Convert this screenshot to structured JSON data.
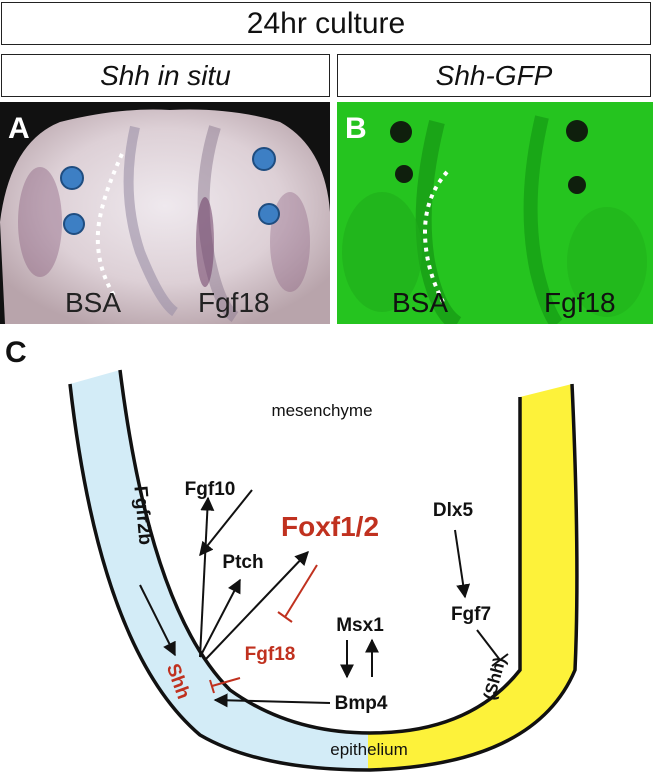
{
  "header": {
    "title": "24hr culture"
  },
  "panels": {
    "a": {
      "caption": "Shh in situ",
      "letter": "A",
      "left_label": "BSA",
      "right_label": "Fgf18"
    },
    "b": {
      "caption": "Shh-GFP",
      "letter": "B",
      "left_label": "BSA",
      "right_label": "Fgf18"
    }
  },
  "diagram": {
    "letter": "C",
    "mesenchyme": "mesenchyme",
    "epithelium": "epithelium",
    "fgf10": "Fgf10",
    "fgfr2b": "Fgfr2b",
    "ptch": "Ptch",
    "foxf": "Foxf1/2",
    "fgf18": "Fgf18",
    "shh": "Shh",
    "msx1": "Msx1",
    "bmp4": "Bmp4",
    "dlx5": "Dlx5",
    "fgf7": "Fgf7",
    "shh_paren": "(Shh)"
  },
  "colors": {
    "blue_epithelium": "#d3ecf7",
    "yellow_epithelium": "#fdf23a",
    "red_text": "#c0311f",
    "gfp_green": "#22c11c"
  }
}
